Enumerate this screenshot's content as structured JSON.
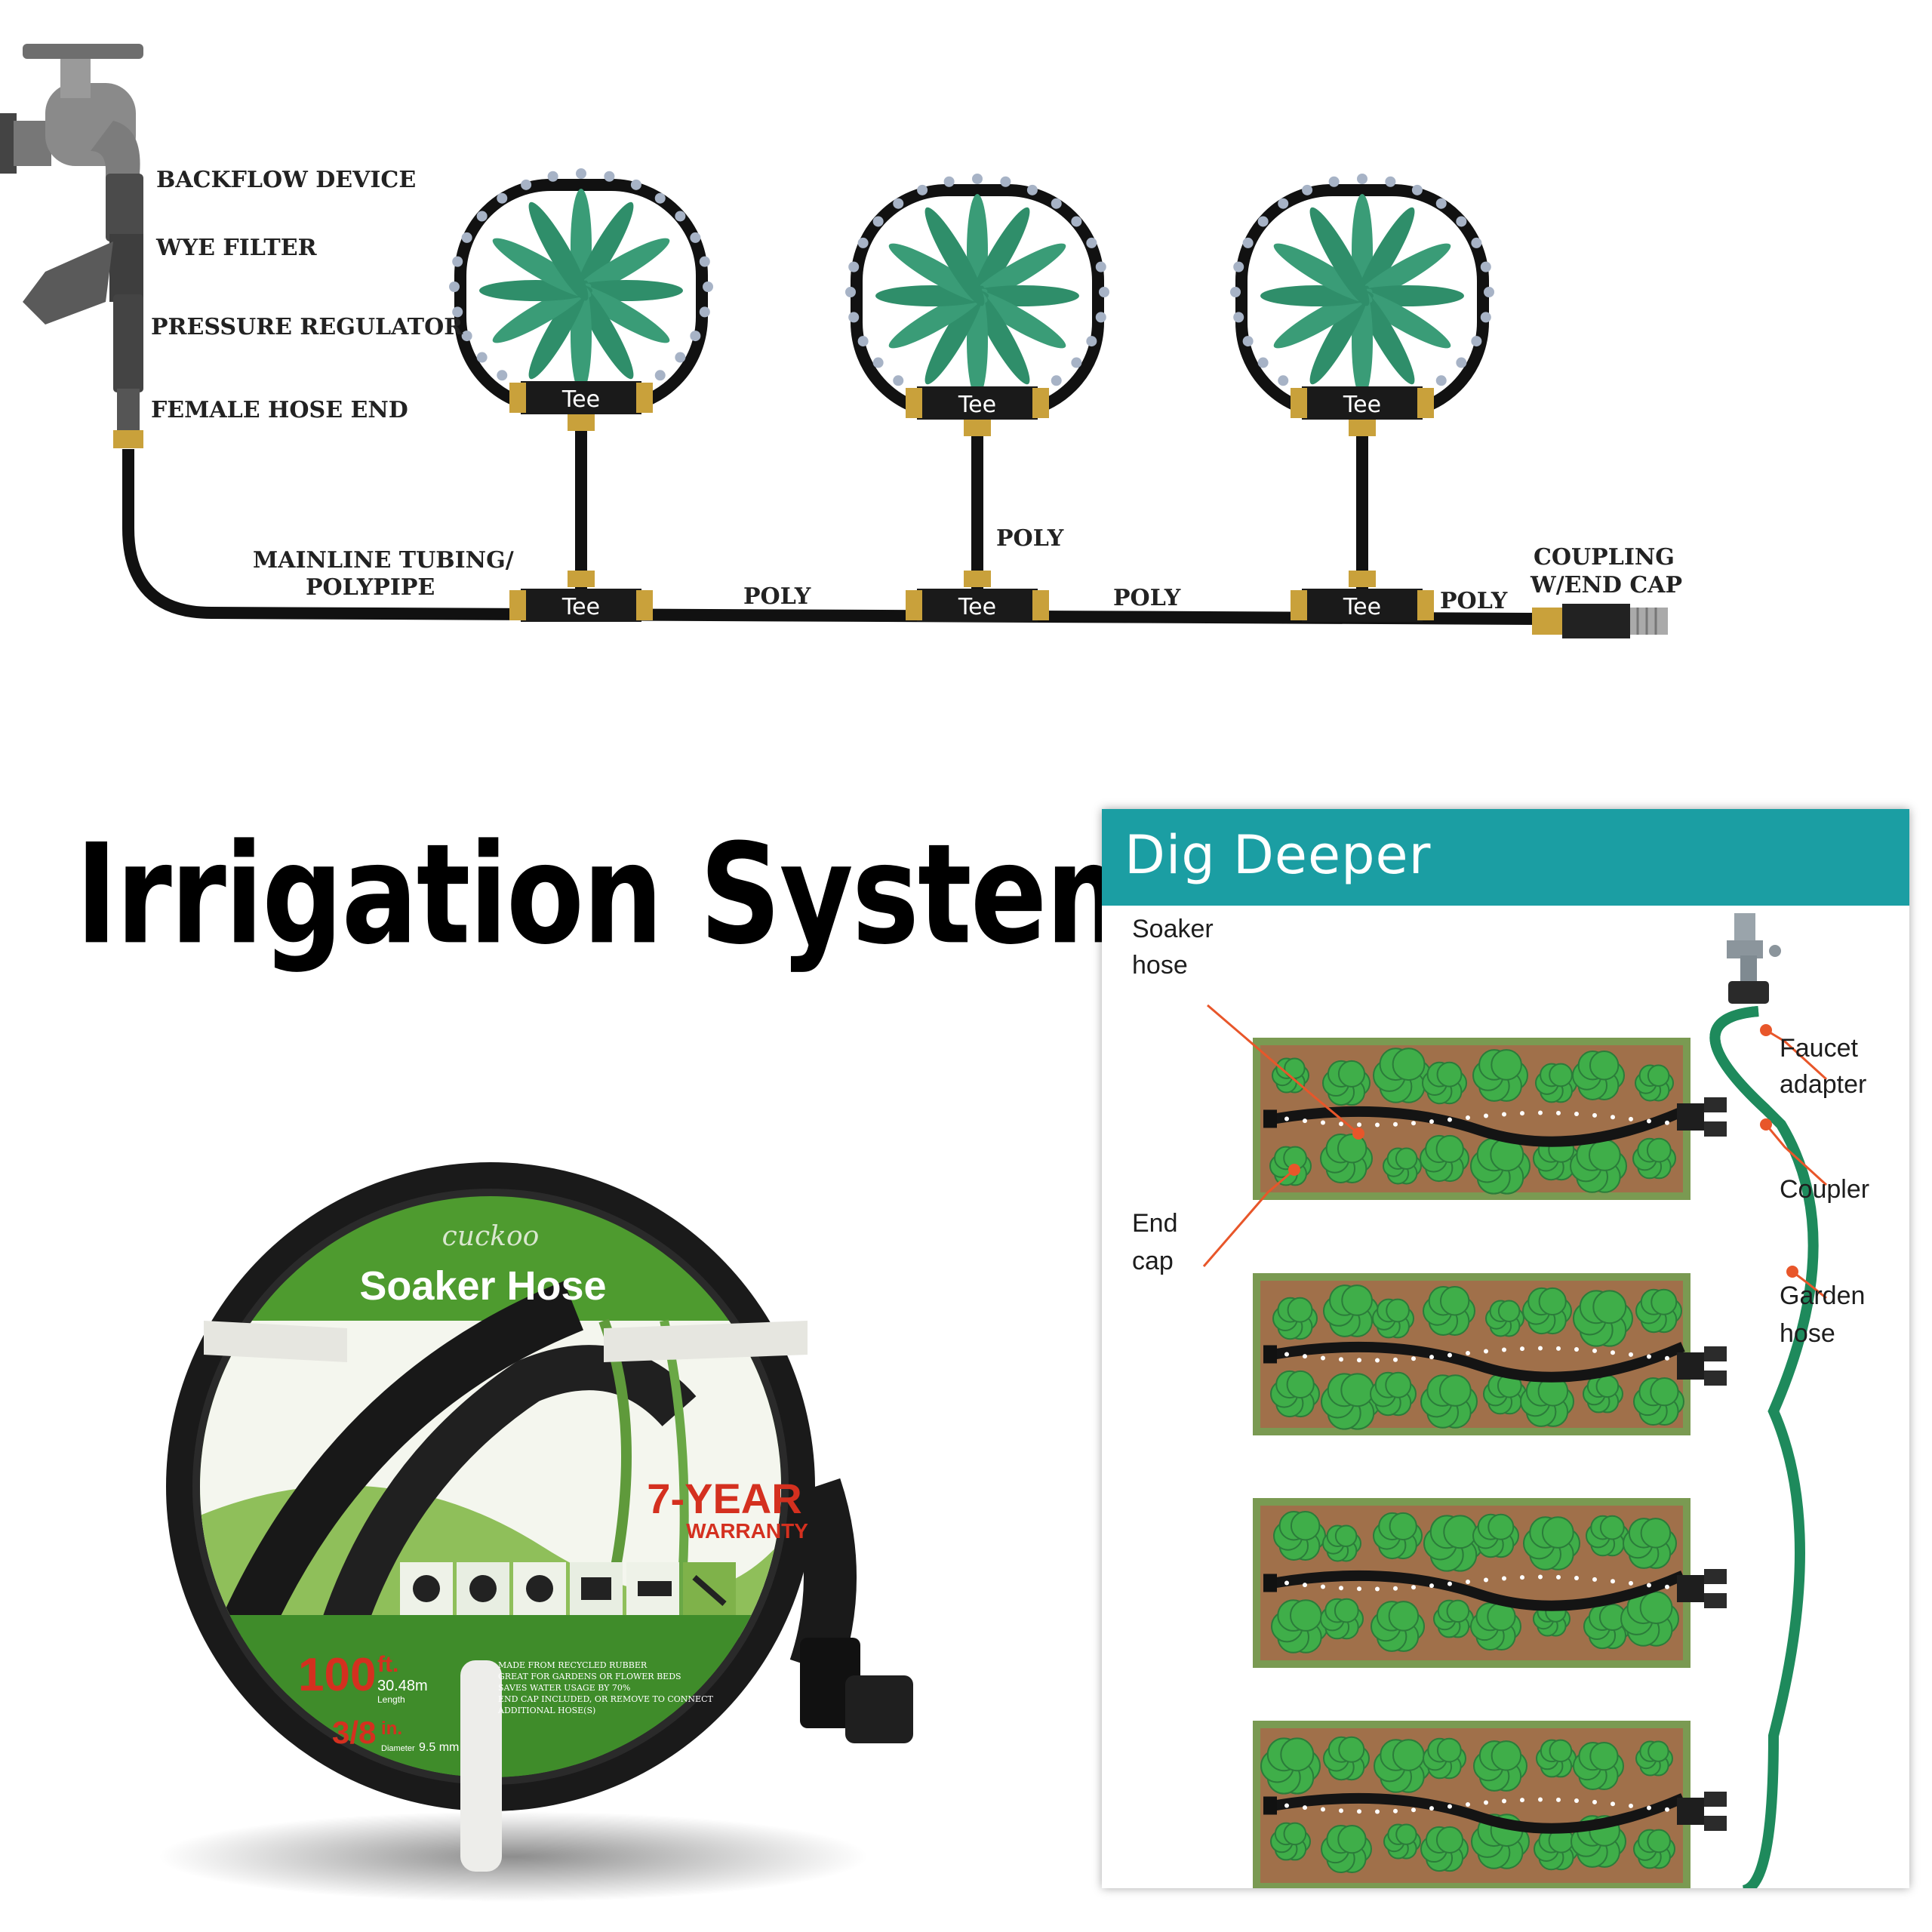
{
  "title": "Irrigation System",
  "top_diagram": {
    "components": [
      "BACKFLOW DEVICE",
      "WYE FILTER",
      "PRESSURE REGULATOR",
      "FEMALE HOSE END"
    ],
    "mainline_label": [
      "MAINLINE TUBING/",
      "POLYPIPE"
    ],
    "tee_label": "Tee",
    "poly_label": "POLY",
    "coupling_label": [
      "COUPLING",
      "W/END CAP"
    ]
  },
  "product": {
    "brand": "cuckoo",
    "name": "Soaker Hose",
    "warranty_main": "7-YEAR",
    "warranty_sub": "WARRANTY",
    "length": "100",
    "length_unit": "ft.",
    "length_metric": "30.48m",
    "length_caption": "Length",
    "diameter": "3/8",
    "diameter_unit": "in.",
    "diameter_metric": "9.5 mm",
    "diameter_caption": "Diameter",
    "features": [
      "MADE FROM RECYCLED RUBBER",
      "GREAT FOR GARDENS OR FLOWER BEDS",
      "SAVES WATER USAGE BY 70%",
      "END CAP INCLUDED, OR REMOVE TO CONNECT",
      "ADDITIONAL HOSE(S)"
    ]
  },
  "dig_deeper": {
    "title": "Dig Deeper",
    "labels": {
      "soaker": [
        "Soaker",
        "hose"
      ],
      "end_cap": [
        "End",
        "cap"
      ],
      "faucet": [
        "Faucet",
        "adapter"
      ],
      "coupler": [
        "Coupler"
      ],
      "garden": [
        "Garden",
        "hose"
      ]
    }
  },
  "colors": {
    "teal_header": "#1b9ea3",
    "hose_green": "#1e8a5c",
    "bed_brown": "#a0704a",
    "plant_green": "#3fae49",
    "label_orange": "#e8562a",
    "brass": "#c9a13b",
    "package_green": "#4e9b2f",
    "warranty_red": "#d4301f"
  }
}
